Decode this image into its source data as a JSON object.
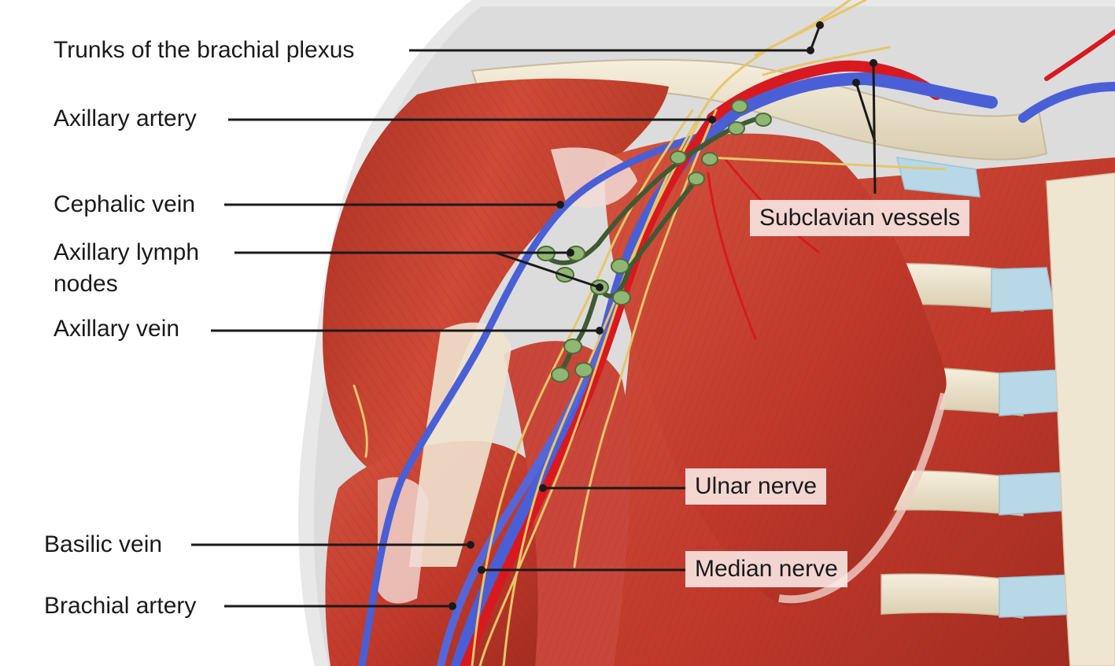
{
  "labels": {
    "trunks": "Trunks of the brachial plexus",
    "axillary_artery": "Axillary artery",
    "cephalic_vein": "Cephalic vein",
    "axillary_lymph_line1": "Axillary lymph",
    "axillary_lymph_line2": "nodes",
    "axillary_vein": "Axillary vein",
    "subclavian_vessels": "Subclavian vessels",
    "ulnar_nerve": "Ulnar nerve",
    "basilic_vein": "Basilic vein",
    "median_nerve": "Median nerve",
    "brachial_artery": "Brachial artery"
  },
  "colors": {
    "muscle": "#c0392b",
    "muscle_dark": "#8e2418",
    "bone": "#ece3cc",
    "cartilage": "#b8d8e8",
    "vein": "#4a5fd6",
    "artery": "#d8191f",
    "nerve": "#e6c66a",
    "lymph_node": "#8fb673",
    "lymph_vessel": "#3f5a33",
    "skin": "#e4e4e4",
    "leader": "#1a1a1a"
  }
}
